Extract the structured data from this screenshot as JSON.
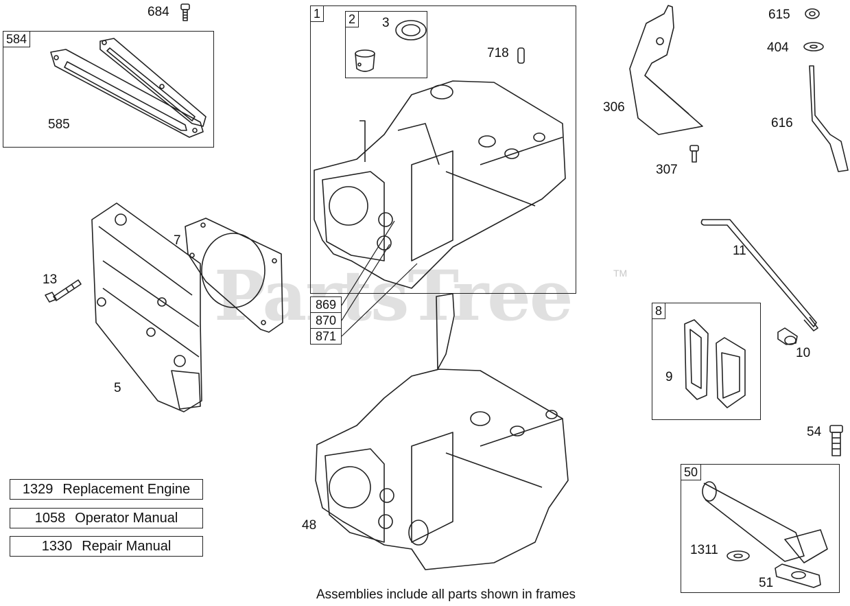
{
  "watermark": {
    "brand": "PartsTree",
    "tm": "TM"
  },
  "frames": {
    "f584": "584",
    "f1": "1",
    "f2": "2",
    "f8": "8",
    "f50": "50"
  },
  "callouts": {
    "c684": "684",
    "c585": "585",
    "c3": "3",
    "c718": "718",
    "c306": "306",
    "c307": "307",
    "c615": "615",
    "c404": "404",
    "c616": "616",
    "c7": "7",
    "c13": "13",
    "c5": "5",
    "c11": "11",
    "c9": "9",
    "c10": "10",
    "c54": "54",
    "c48": "48",
    "c1311": "1311",
    "c51": "51"
  },
  "stack_labels": [
    "869",
    "870",
    "871"
  ],
  "legend": [
    {
      "num": "1329",
      "text": "Replacement Engine"
    },
    {
      "num": "1058",
      "text": "Operator Manual"
    },
    {
      "num": "1330",
      "text": "Repair Manual"
    }
  ],
  "footer_note": "Assemblies include all parts shown in frames",
  "colors": {
    "line": "#222222",
    "watermark": "#e0e0e0"
  }
}
